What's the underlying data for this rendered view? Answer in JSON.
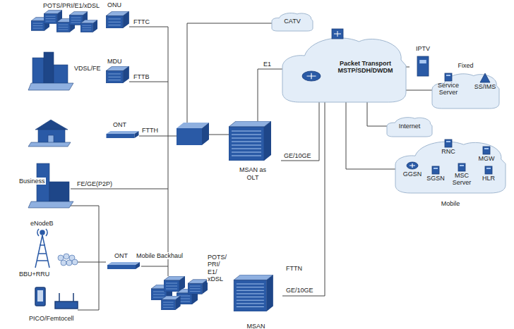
{
  "diagram": {
    "nodes": [
      {
        "text": [
          "ONU"
        ]
      },
      {
        "text": [
          "CATV"
        ]
      },
      {
        "text": [
          "Packet Transport MSTP/SDH/DWDM"
        ]
      },
      {
        "text": [
          "IPTV"
        ]
      },
      {
        "text": [
          "MDU"
        ]
      },
      {
        "text": [
          "Fixed"
        ]
      },
      {
        "text": [
          "Service Server"
        ],
        "in": 5
      },
      {
        "text": [
          "SS/IMS"
        ],
        "in": 5
      },
      {
        "text": [
          "ONT"
        ]
      },
      {
        "text": [
          "MSAN as OLT"
        ]
      },
      {
        "text": [
          "Internet"
        ]
      },
      {
        "text": [
          "Mobile"
        ]
      },
      {
        "text": [
          "RNC"
        ],
        "in": 11
      },
      {
        "text": [
          "MGW"
        ],
        "in": 11
      },
      {
        "text": [
          "GGSN"
        ],
        "in": 11
      },
      {
        "text": [
          "SGSN"
        ],
        "in": 11
      },
      {
        "text": [
          "MSC Server"
        ],
        "in": 11
      },
      {
        "text": [
          "HLR"
        ],
        "in": 11
      },
      {
        "text": [
          "ONT"
        ]
      },
      {
        "text": [
          "MSAN"
        ]
      }
    ],
    "edges": [
      {
        "from": 9,
        "to": 2,
        "label": "GE/10GE",
        "arrow": "none"
      },
      {
        "from": 19,
        "to": 2,
        "label": "GE/10GE",
        "arrow": "none"
      },
      {
        "from": 2,
        "to": 3,
        "arrow": "none"
      },
      {
        "from": 2,
        "to": 5,
        "arrow": "none"
      },
      {
        "from": 2,
        "to": 10,
        "arrow": "none"
      },
      {
        "from": 2,
        "to": 11,
        "arrow": "none"
      }
    ],
    "labels": [
      "POTS/PRI/E1/xDSL",
      "FTTC",
      "VDSL/FE",
      "FTTB",
      "FTTH",
      "Business",
      "FE/GE(P2P)",
      "eNodeB",
      "BBU+RRU",
      "PICO/Femtocell",
      "Mobile Backhaul",
      "E1",
      "POTS/ PRI/ E1/ xDSL",
      "FTTN"
    ]
  }
}
